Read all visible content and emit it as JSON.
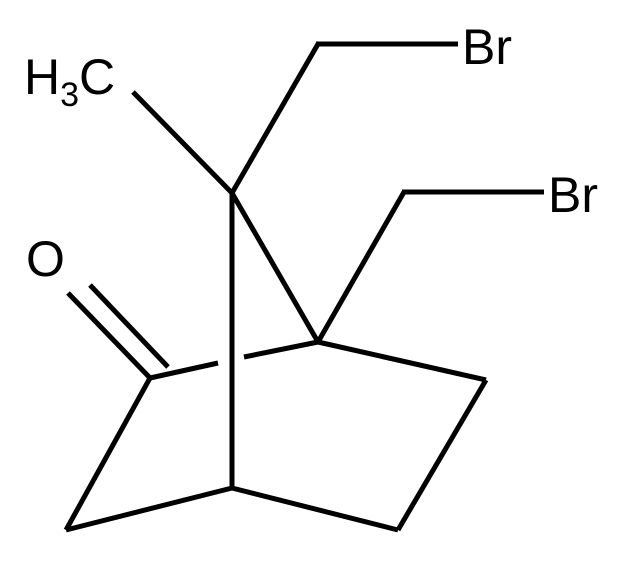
{
  "molecule": {
    "labels": {
      "methyl": {
        "main": "H",
        "subscript": "3",
        "tail": "C"
      },
      "oxygen": "O",
      "bromine_top": "Br",
      "bromine_right": "Br"
    }
  },
  "colors": {
    "background": "#ffffff",
    "ink": "#000000"
  }
}
